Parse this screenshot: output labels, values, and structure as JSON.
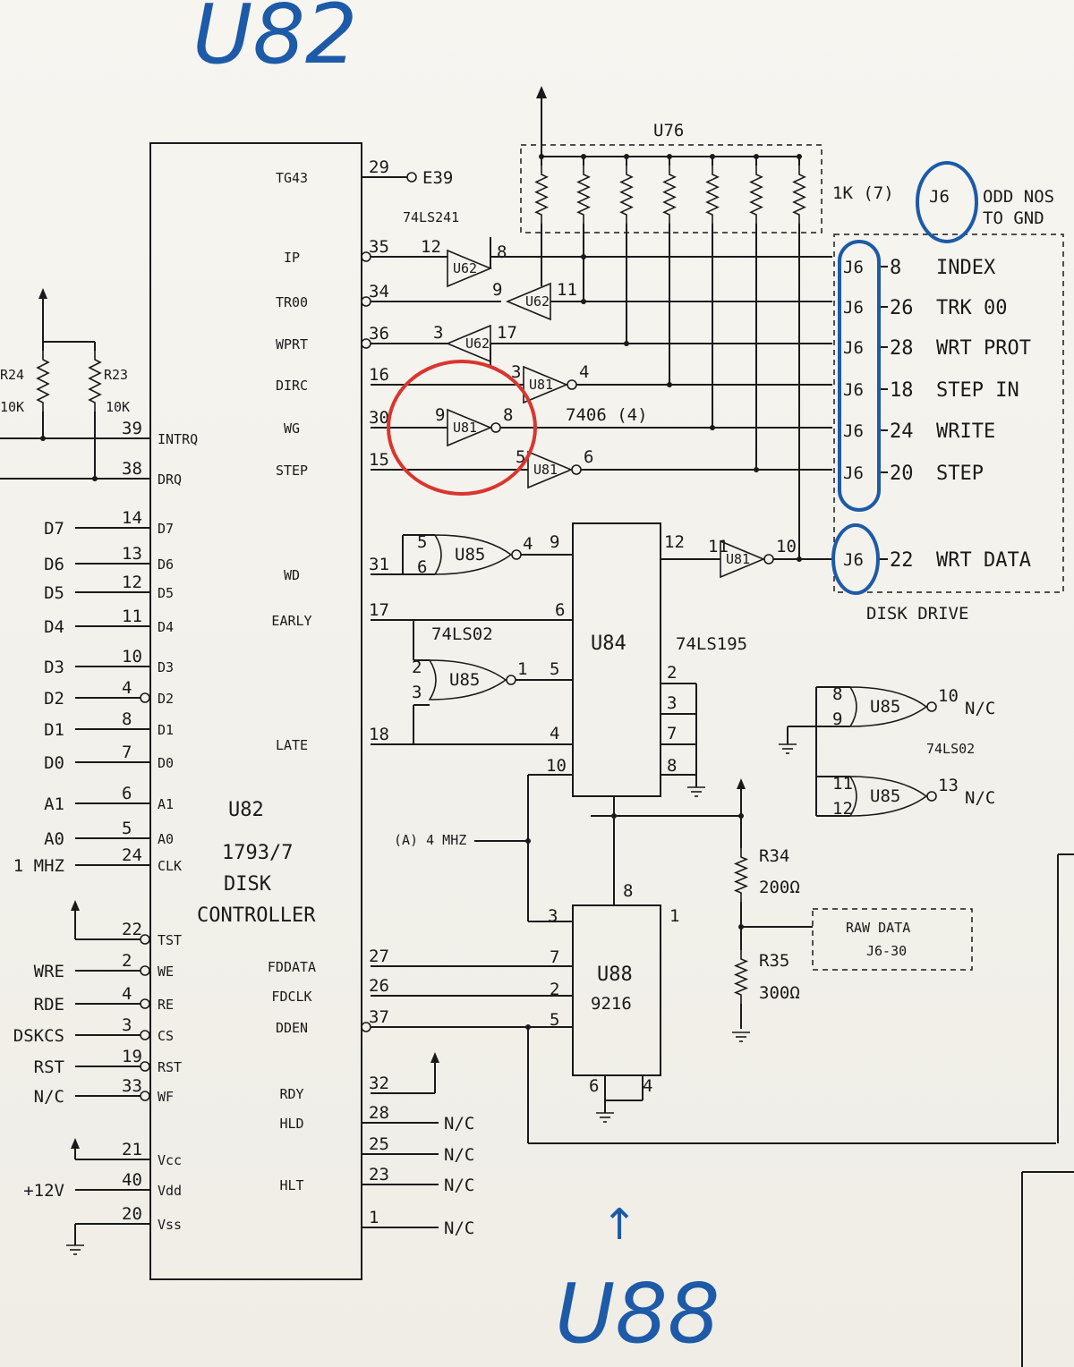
{
  "annotations": {
    "top_label": "U82",
    "bottom_label": "U88",
    "arrow": "↑"
  },
  "u82": {
    "ref": "U82",
    "part": "1793/7",
    "line1": "DISK",
    "line2": "CONTROLLER",
    "right_pins": [
      {
        "name": "TG43",
        "num": "29",
        "net": "E39"
      },
      {
        "name": "IP",
        "num": "35"
      },
      {
        "name": "TR00",
        "num": "34"
      },
      {
        "name": "WPRT",
        "num": "36"
      },
      {
        "name": "DIRC",
        "num": "16"
      },
      {
        "name": "WG",
        "num": "30"
      },
      {
        "name": "STEP",
        "num": "15"
      },
      {
        "name": "WD",
        "num": "31"
      },
      {
        "name": "EARLY",
        "num": "17"
      },
      {
        "name": "LATE",
        "num": "18"
      },
      {
        "name": "FDDATA",
        "num": "27"
      },
      {
        "name": "FDCLK",
        "num": "26"
      },
      {
        "name": "DDEN",
        "num": "37"
      },
      {
        "name": "RDY",
        "num": "32"
      },
      {
        "name": "HLD",
        "num": "28",
        "net": "N/C"
      },
      {
        "name": "",
        "num": "25",
        "net": "N/C"
      },
      {
        "name": "HLT",
        "num": "23",
        "net": "N/C"
      },
      {
        "name": "",
        "num": "1",
        "net": "N/C"
      }
    ],
    "left_pins": [
      {
        "name": "INTRQ",
        "num": "39"
      },
      {
        "name": "DRQ",
        "num": "38"
      },
      {
        "name": "D7",
        "num": "14",
        "net": "D7"
      },
      {
        "name": "D6",
        "num": "13",
        "net": "D6"
      },
      {
        "name": "D5",
        "num": "12",
        "net": "D5"
      },
      {
        "name": "D4",
        "num": "11",
        "net": "D4"
      },
      {
        "name": "D3",
        "num": "10",
        "net": "D3"
      },
      {
        "name": "D2",
        "num": "4",
        "net": "D2"
      },
      {
        "name": "D1",
        "num": "8",
        "net": "D1"
      },
      {
        "name": "D0",
        "num": "7",
        "net": "D0"
      },
      {
        "name": "A1",
        "num": "6",
        "net": "A1"
      },
      {
        "name": "A0",
        "num": "5",
        "net": "A0"
      },
      {
        "name": "CLK",
        "num": "24",
        "net": "1 MHZ"
      },
      {
        "name": "TST",
        "num": "22"
      },
      {
        "name": "WE",
        "num": "2",
        "net": "WRE"
      },
      {
        "name": "RE",
        "num": "4",
        "net": "RDE"
      },
      {
        "name": "CS",
        "num": "3",
        "net": "DSKCS"
      },
      {
        "name": "RST",
        "num": "19",
        "net": "RST"
      },
      {
        "name": "WF",
        "num": "33",
        "net": "N/C"
      },
      {
        "name": "Vcc",
        "num": "21"
      },
      {
        "name": "Vdd",
        "num": "40",
        "net": "+12V"
      },
      {
        "name": "Vss",
        "num": "20"
      }
    ],
    "resistors": [
      {
        "ref": "R24",
        "value": "10K"
      },
      {
        "ref": "R23",
        "value": "10K"
      }
    ]
  },
  "u76": {
    "ref": "U76",
    "value": "1K (7)"
  },
  "buffers": {
    "part": "74LS241",
    "gate_label": "U62",
    "pins": [
      "12",
      "8",
      "9",
      "11",
      "3",
      "17"
    ]
  },
  "inverters": {
    "part": "7406 (4)",
    "gate_label": "U81",
    "pins": [
      "3",
      "4",
      "9",
      "8",
      "5",
      "6",
      "11",
      "10"
    ]
  },
  "disk_drive": {
    "title": "DISK DRIVE",
    "note_conn": "J6",
    "note_line1": "ODD NOS",
    "note_line2": "TO GND",
    "signals": [
      {
        "conn": "J6",
        "pin": "8",
        "name": "INDEX"
      },
      {
        "conn": "J6",
        "pin": "26",
        "name": "TRK 00"
      },
      {
        "conn": "J6",
        "pin": "28",
        "name": "WRT PROT"
      },
      {
        "conn": "J6",
        "pin": "18",
        "name": "STEP IN"
      },
      {
        "conn": "J6",
        "pin": "24",
        "name": "WRITE"
      },
      {
        "conn": "J6",
        "pin": "20",
        "name": "STEP"
      },
      {
        "conn": "J6",
        "pin": "22",
        "name": "WRT DATA"
      }
    ]
  },
  "u85": {
    "ref": "U85",
    "part": "74LS02",
    "gates": [
      {
        "in1": "5",
        "in2": "6",
        "out": "4"
      },
      {
        "in1": "2",
        "in2": "3",
        "out": "1"
      },
      {
        "in1": "8",
        "in2": "9",
        "out": "10",
        "out_net": "N/C"
      },
      {
        "in1": "11",
        "in2": "12",
        "out": "13",
        "out_net": "N/C"
      }
    ]
  },
  "u84": {
    "ref": "U84",
    "part": "74LS195",
    "pins": [
      "9",
      "6",
      "5",
      "4",
      "10",
      "12",
      "2",
      "3",
      "7",
      "8"
    ]
  },
  "u88": {
    "ref": "U88",
    "part": "9216",
    "pins": [
      "8",
      "3",
      "7",
      "2",
      "5",
      "6",
      "4",
      "1"
    ],
    "clock_label": "(A) 4 MHZ"
  },
  "resistors_right": [
    {
      "ref": "R34",
      "value": "200Ω"
    },
    {
      "ref": "R35",
      "value": "300Ω"
    }
  ],
  "raw_data": {
    "line1": "RAW DATA",
    "line2": "J6-30"
  }
}
